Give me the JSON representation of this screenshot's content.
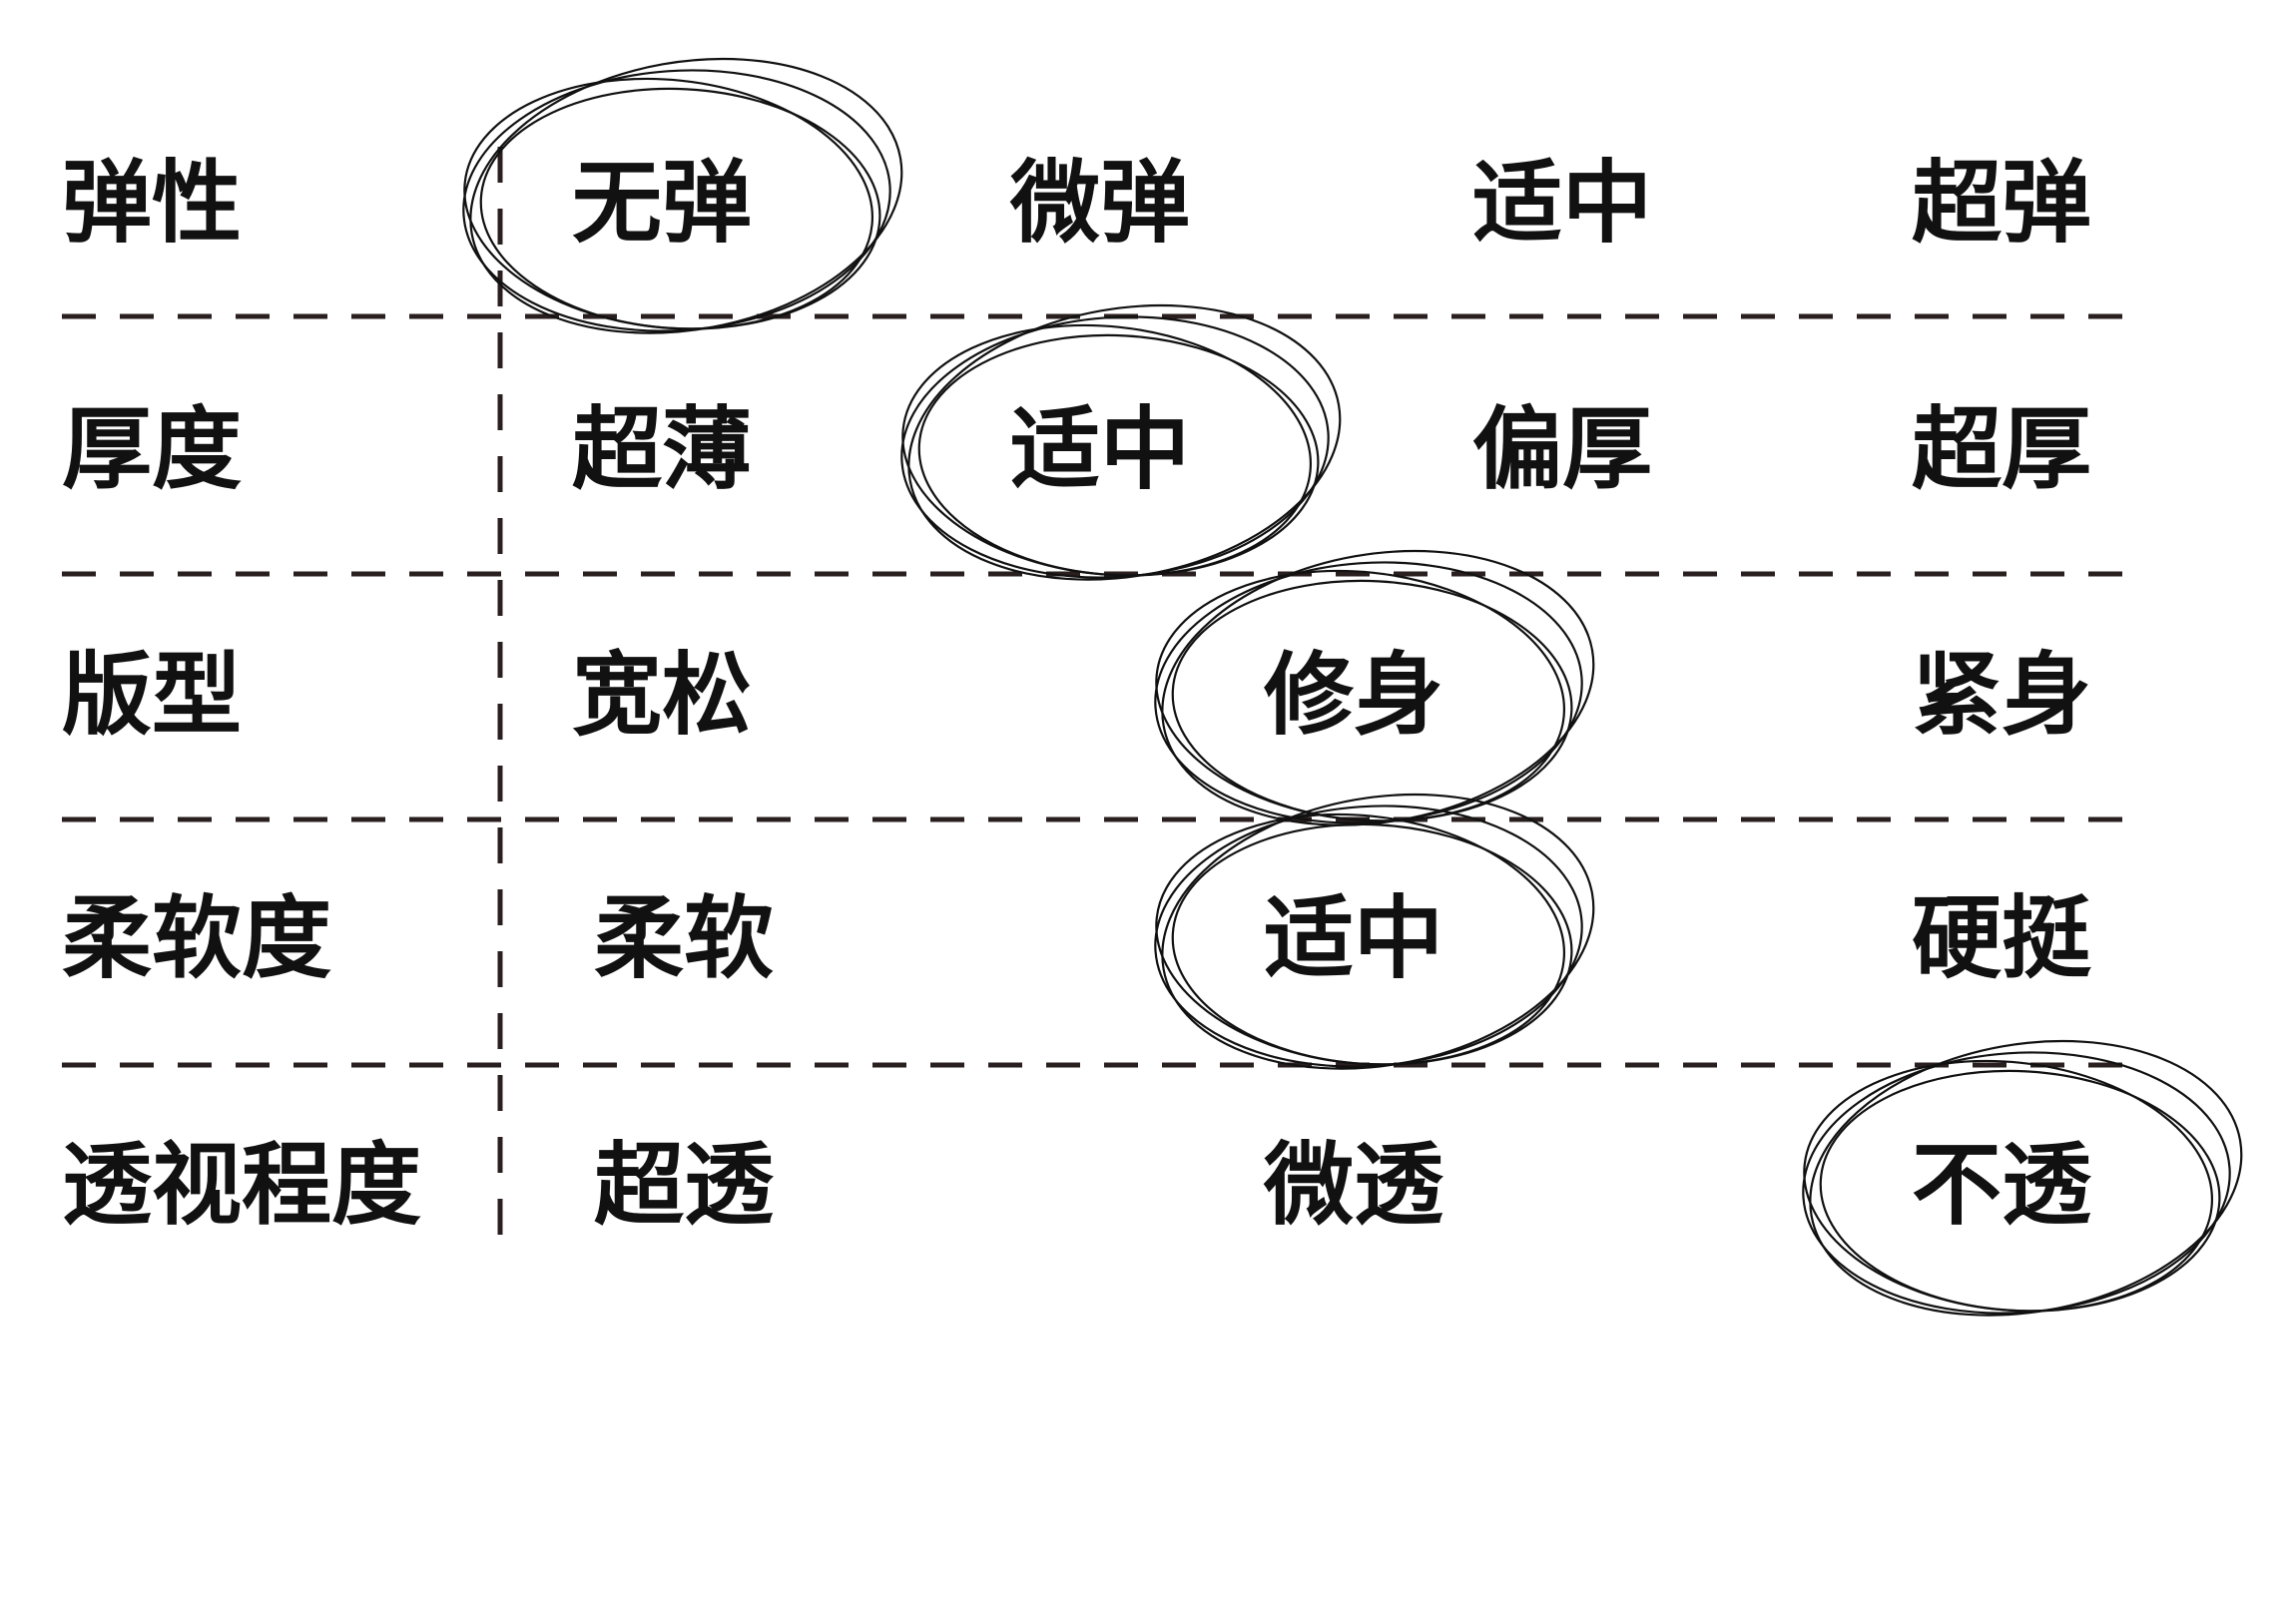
{
  "rows": [
    {
      "label": "弹性",
      "options": [
        "无弹",
        "微弹",
        "适中",
        "超弹"
      ],
      "selected": 0
    },
    {
      "label": "厚度",
      "options": [
        "超薄",
        "适中",
        "偏厚",
        "超厚"
      ],
      "selected": 1
    },
    {
      "label": "版型",
      "options": [
        "宽松",
        "修身",
        "紧身"
      ],
      "selected": 1
    },
    {
      "label": "柔软度",
      "options": [
        "柔软",
        "适中",
        "硬挺"
      ],
      "selected": 1
    },
    {
      "label": "透视程度",
      "options": [
        "超透",
        "微透",
        "不透"
      ],
      "selected": 2
    }
  ],
  "colors": {
    "line": "#2a1f1f",
    "text": "#111111",
    "circle": "#111111"
  }
}
